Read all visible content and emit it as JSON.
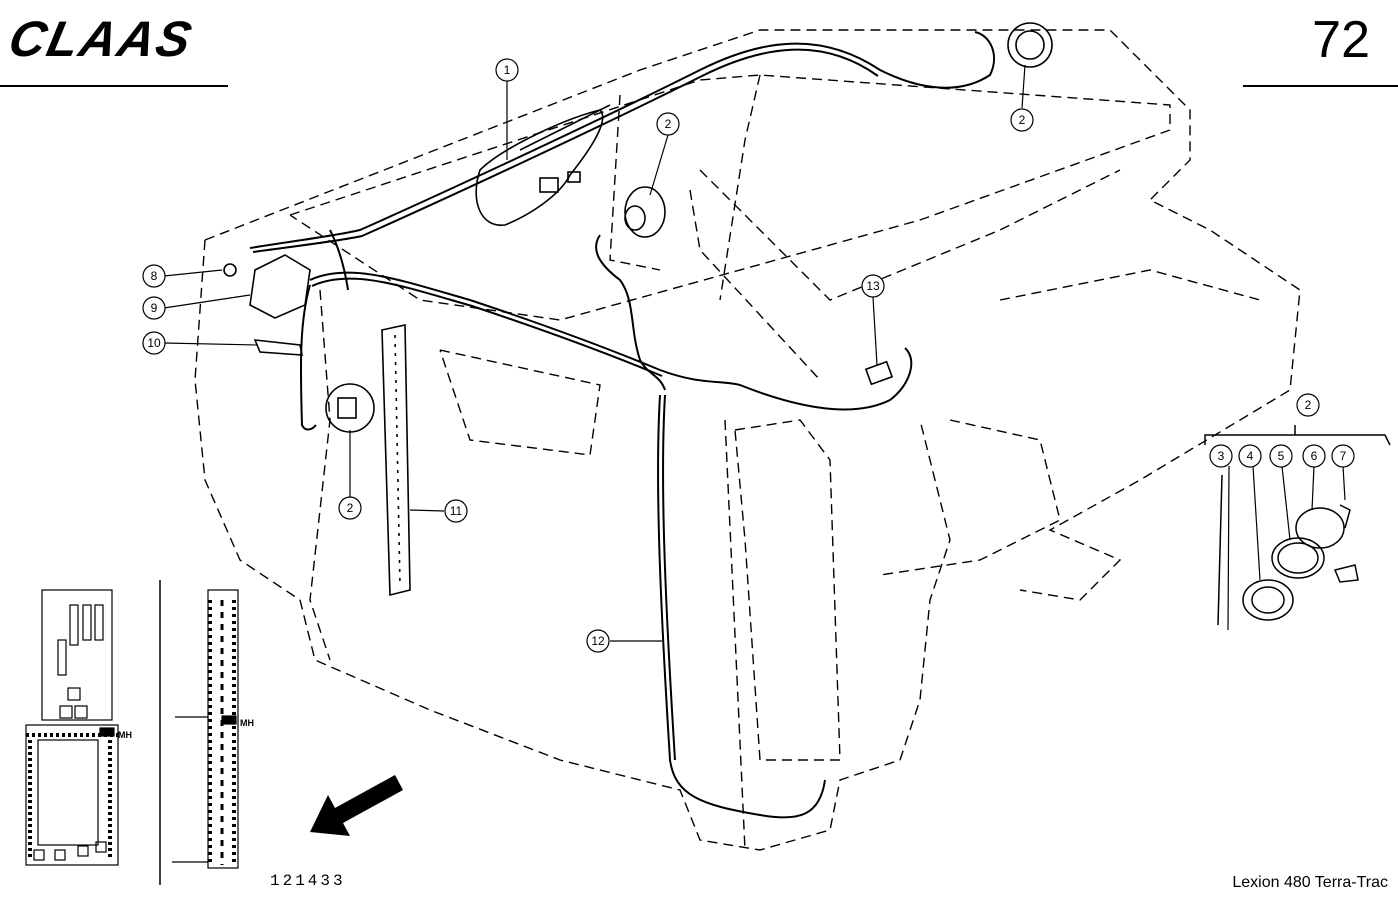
{
  "header": {
    "logo_text": "CLAAS",
    "page_number": "72"
  },
  "footer": {
    "drawing_number": "121433",
    "model": "Lexion 480 Terra-Trac"
  },
  "callouts": {
    "c1": "1",
    "c2a": "2",
    "c2b": "2",
    "c2c": "2",
    "c2d": "2",
    "c3": "3",
    "c4": "4",
    "c5": "5",
    "c6": "6",
    "c7": "7",
    "c8": "8",
    "c9": "9",
    "c10": "10",
    "c11": "11",
    "c12": "12",
    "c13": "13"
  },
  "inset_labels": {
    "left_mh": "MH",
    "right_mh": "MH"
  },
  "icons": {
    "direction": "direction-arrow-icon"
  }
}
